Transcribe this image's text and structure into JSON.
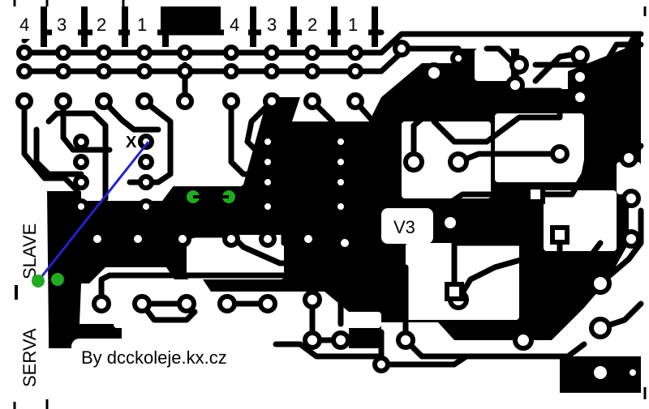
{
  "connector_top_left": {
    "pins": [
      "4",
      "3",
      "2",
      "1"
    ]
  },
  "connector_top_right": {
    "pins": [
      "4",
      "3",
      "2",
      "1"
    ]
  },
  "labels": {
    "slave": "SLAVE",
    "serva": "SERVA",
    "version": "V3",
    "credit": "By dcckoleje.kx.cz"
  },
  "markers": {
    "cut_mark": "X",
    "cut_color": "#ff0000",
    "jumper_pad_color": "#22aa22",
    "jumper_wire_color": "#2222cc"
  },
  "colors": {
    "copper": "#000000",
    "board": "#ffffff"
  }
}
